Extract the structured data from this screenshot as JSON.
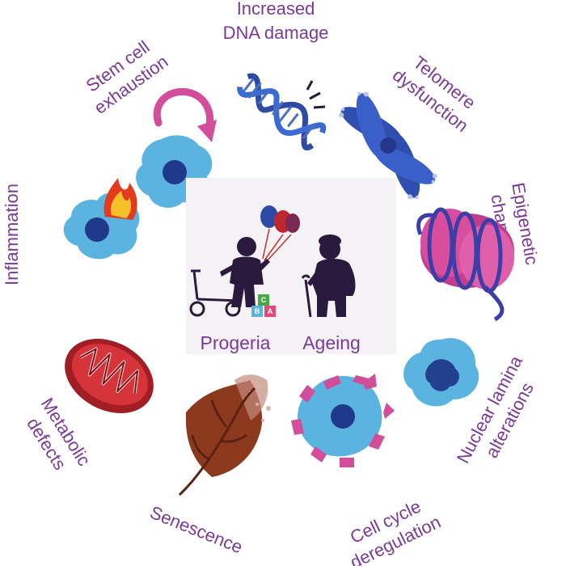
{
  "center": {
    "left_label": "Progeria",
    "right_label": "Ageing"
  },
  "hallmarks": [
    {
      "id": "dna",
      "lines": [
        "Increased",
        "DNA damage"
      ],
      "icon": "dna-helix-icon"
    },
    {
      "id": "telomere",
      "lines": [
        "Telomere",
        "dysfunction"
      ],
      "icon": "chromosome-icon"
    },
    {
      "id": "epigenetic",
      "lines": [
        "Epigenetic",
        "changes"
      ],
      "icon": "nucleosome-icon"
    },
    {
      "id": "lamina",
      "lines": [
        "Nuclear lamina",
        "alterations"
      ],
      "icon": "deformed-nucleus-cell-icon"
    },
    {
      "id": "cellcycle",
      "lines": [
        "Cell cycle",
        "deregulation"
      ],
      "icon": "cell-cycle-arrows-icon"
    },
    {
      "id": "senescence",
      "lines": [
        "Senescence"
      ],
      "icon": "withered-leaf-icon"
    },
    {
      "id": "metabolic",
      "lines": [
        "Metabolic",
        "defects"
      ],
      "icon": "mitochondrion-icon"
    },
    {
      "id": "inflammation",
      "lines": [
        "Inflammation"
      ],
      "icon": "inflamed-cell-icon"
    },
    {
      "id": "stemcell",
      "lines": [
        "Stem cell",
        "exhaustion"
      ],
      "icon": "stem-cell-cycle-icon"
    }
  ],
  "colors": {
    "label": "#7b3a96",
    "cell_fill": "#5bb3e0",
    "nucleus": "#1f3a8a",
    "magenta": "#d24d9a",
    "silhouette": "#2a1a3d",
    "mito": "#c0262d",
    "leaf": "#8b3a1e"
  }
}
